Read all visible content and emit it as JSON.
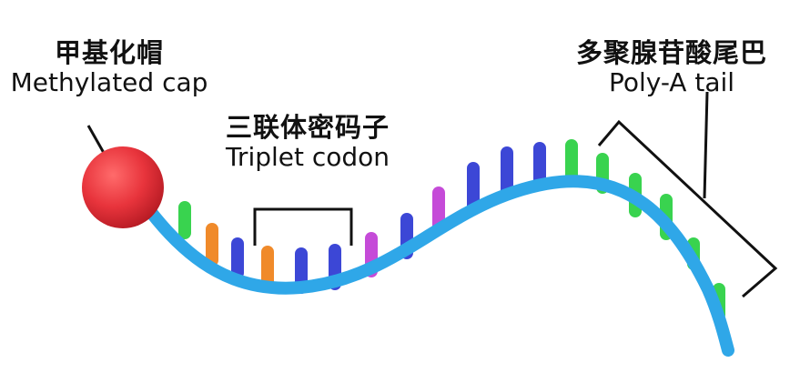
{
  "colors": {
    "background": "#ffffff",
    "strand": "#2fa7e8",
    "cap": "#e8343c",
    "green": "#39d34f",
    "orange": "#f08a2a",
    "blue": "#3c47d6",
    "purple": "#c54bd8",
    "bracket": "#111111"
  },
  "labels": {
    "cap": {
      "zh": "甲基化帽",
      "en": "Methylated cap"
    },
    "codon": {
      "zh": "三联体密码子",
      "en": "Triplet codon"
    },
    "polya": {
      "zh": "多聚腺苷酸尾巴",
      "en": "Poly-A tail"
    }
  },
  "nucleotides": [
    "green",
    "orange",
    "blue",
    "orange",
    "blue",
    "blue",
    "purple",
    "blue",
    "purple",
    "blue",
    "blue",
    "blue",
    "green",
    "green",
    "green",
    "green",
    "green"
  ]
}
